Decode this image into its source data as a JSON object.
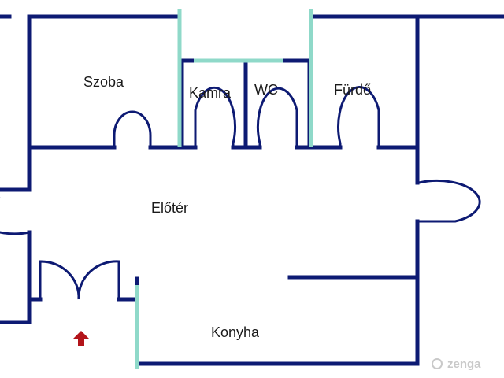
{
  "colors": {
    "wall": "#0d1a73",
    "window": "#8fd9c9",
    "entrance_arrow": "#b3141a",
    "watermark": "#c9c9c9"
  },
  "rooms": {
    "szoba": "Szoba",
    "kamra": "Kamra",
    "wc": "WC",
    "furdo": "Fürdő",
    "eloter": "Előtér",
    "konyha": "Konyha"
  },
  "watermark": "zenga",
  "icons": {
    "entrance": "arrow-up-icon",
    "watermark": "zenga-logo-icon"
  }
}
